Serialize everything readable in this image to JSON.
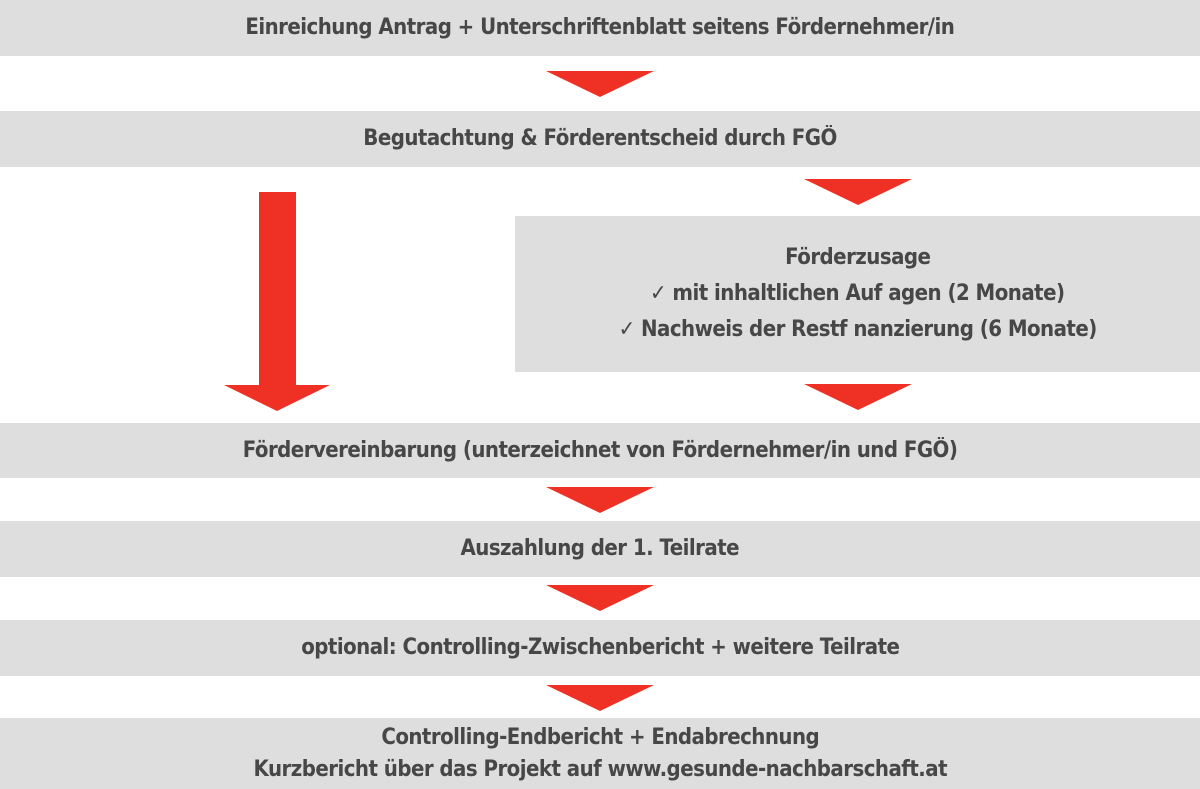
{
  "steps": {
    "s1": "Einreichung Antrag + Unterschriftenblatt seitens Fördernehmer/in",
    "s2": "Begutachtung & Förderentscheid durch FGÖ",
    "zusage": {
      "title": "Förderzusage",
      "items": [
        "✓ mit inhaltlichen Auf agen (2 Monate)",
        "✓ Nachweis der Restf nanzierung (6 Monate)"
      ]
    },
    "s3": "Fördervereinbarung (unterzeichnet von Fördernehmer/in und FGÖ)",
    "s4": "Auszahlung der 1. Teilrate",
    "s5": "optional: Controlling-Zwischenbericht + weitere Teilrate",
    "s6": [
      "Controlling-Endbericht + Endabrechnung",
      "Kurzbericht über das Projekt auf www.gesunde-nachbarschaft.at"
    ]
  },
  "colors": {
    "arrow": "#ee3124",
    "box": "#dedede",
    "text": "#474747"
  }
}
